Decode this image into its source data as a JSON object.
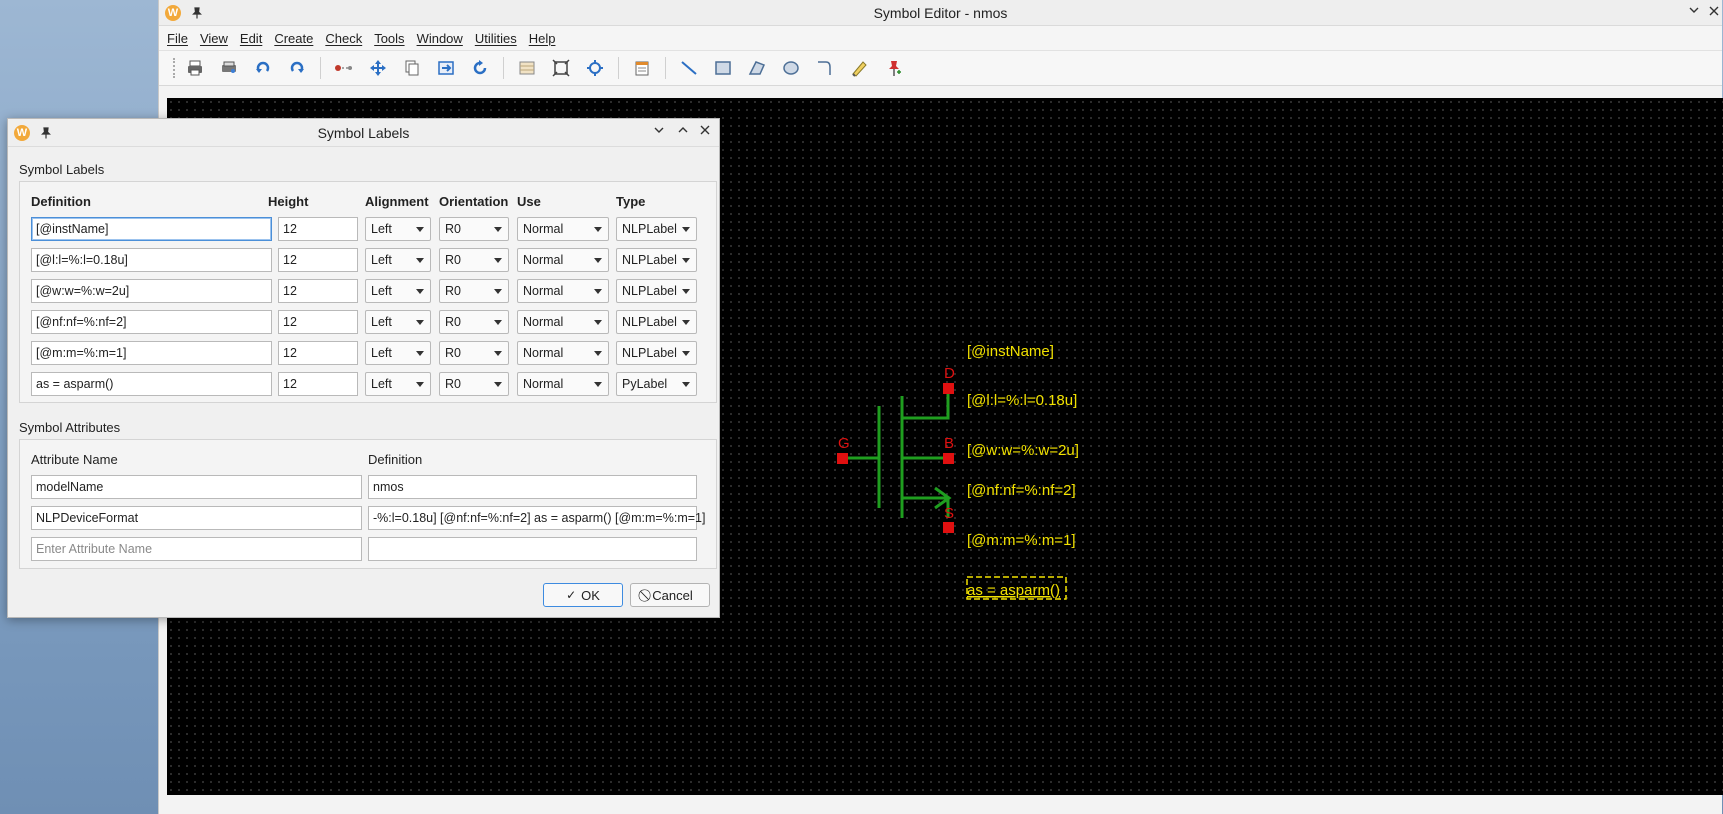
{
  "window": {
    "title": "Symbol Editor - nmos",
    "logo": "W",
    "pin_icon": "pin-icon"
  },
  "menu": [
    "File",
    "View",
    "Edit",
    "Create",
    "Check",
    "Tools",
    "Window",
    "Utilities",
    "Help"
  ],
  "toolbar_icons": [
    "print-icon",
    "print-preview-icon",
    "undo-icon",
    "redo-icon",
    "pin-tool-icon",
    "move-icon",
    "copy-icon",
    "stretch-icon",
    "rotate-icon",
    "select-area-icon",
    "fit-all-icon",
    "zoom-icon",
    "properties-icon",
    "line-icon",
    "rectangle-icon",
    "polygon-icon",
    "circle-icon",
    "arc-icon",
    "label-icon",
    "add-pin-icon"
  ],
  "canvas": {
    "labels": [
      "[@instName]",
      "[@l:l=%:l=0.18u]",
      "[@w:w=%:w=2u]",
      "[@nf:nf=%:nf=2]",
      "[@m:m=%:m=1]",
      "as = asparm()"
    ],
    "pins": [
      "D",
      "G",
      "B",
      "S"
    ],
    "colors": {
      "background": "#000000",
      "wire": "#1f9e1f",
      "pin": "#e01010",
      "label": "#f2e200"
    }
  },
  "dialog": {
    "title": "Symbol Labels",
    "labels_group": "Symbol Labels",
    "label_columns": [
      "Definition",
      "Height",
      "Alignment",
      "Orientation",
      "Use",
      "Type"
    ],
    "label_rows": [
      {
        "definition": "[@instName]",
        "height": "12",
        "alignment": "Left",
        "orientation": "R0",
        "use": "Normal",
        "type": "NLPLabel"
      },
      {
        "definition": "[@l:l=%:l=0.18u]",
        "height": "12",
        "alignment": "Left",
        "orientation": "R0",
        "use": "Normal",
        "type": "NLPLabel"
      },
      {
        "definition": "[@w:w=%:w=2u]",
        "height": "12",
        "alignment": "Left",
        "orientation": "R0",
        "use": "Normal",
        "type": "NLPLabel"
      },
      {
        "definition": "[@nf:nf=%:nf=2]",
        "height": "12",
        "alignment": "Left",
        "orientation": "R0",
        "use": "Normal",
        "type": "NLPLabel"
      },
      {
        "definition": "[@m:m=%:m=1]",
        "height": "12",
        "alignment": "Left",
        "orientation": "R0",
        "use": "Normal",
        "type": "NLPLabel"
      },
      {
        "definition": "as = asparm()",
        "height": "12",
        "alignment": "Left",
        "orientation": "R0",
        "use": "Normal",
        "type": "PyLabel"
      }
    ],
    "attributes_group": "Symbol Attributes",
    "attr_columns": [
      "Attribute Name",
      "Definition"
    ],
    "attr_rows": [
      {
        "name": "modelName",
        "definition": "nmos"
      },
      {
        "name": "NLPDeviceFormat",
        "definition": "-%:l=0.18u] [@nf:nf=%:nf=2] as = asparm() [@m:m=%:m=1]"
      }
    ],
    "attr_placeholder": "Enter Attribute Name",
    "ok_label": "OK",
    "cancel_label": "Cancel"
  }
}
